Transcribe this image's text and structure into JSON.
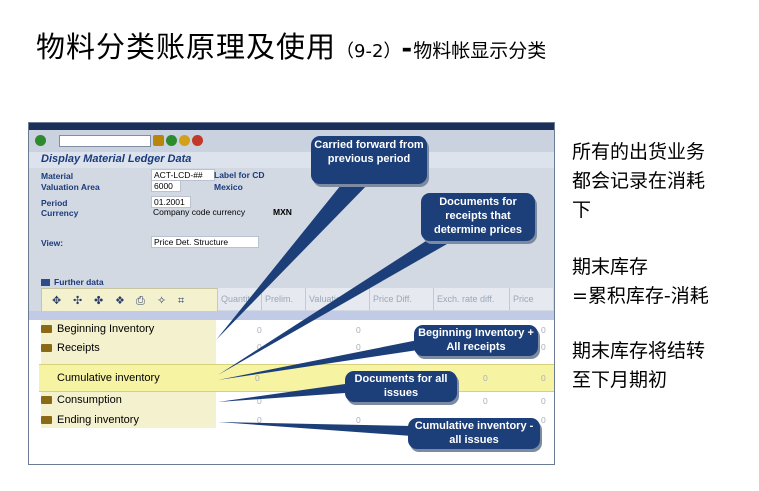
{
  "slide": {
    "title_main": "物料分类账原理及使用",
    "title_paren": "（9-2）",
    "title_dash": "-",
    "title_sub": "物料帐显示分类"
  },
  "sap": {
    "window_title": "Display Material Ledger Data",
    "fields": {
      "material_label": "Material",
      "material_value": "ACT-LCD-##",
      "material_desc": "Label for CD",
      "valuation_area_label": "Valuation Area",
      "valuation_area_value": "6000",
      "valuation_area_desc": "Mexico",
      "period_label": "Period",
      "period_value": "01.2001",
      "currency_label": "Currency",
      "currency_value": "Company code currency",
      "currency_code": "MXN",
      "view_label": "View:",
      "view_value": "Price Det. Structure"
    },
    "further_data": "Further data",
    "columns": [
      "Quantity",
      "Prelim.",
      "Valuation",
      "Price Diff.",
      "Exch. rate diff.",
      "Price"
    ],
    "rows": [
      {
        "label": "Beginning Inventory",
        "values": [
          "0",
          "0",
          "0"
        ]
      },
      {
        "label": "Receipts",
        "values": [
          "0",
          "0",
          "0"
        ]
      },
      {
        "label": "Cumulative inventory",
        "values": [
          "0",
          "0",
          "0"
        ]
      },
      {
        "label": "Consumption",
        "values": [
          "0",
          "0",
          "0"
        ]
      },
      {
        "label": "Ending inventory",
        "values": [
          "0",
          "0",
          "0"
        ]
      }
    ]
  },
  "callouts": {
    "carried_forward": "Carried forward from previous period",
    "receipts_docs": "Documents for receipts that determine prices",
    "beginning_plus": "Beginning Inventory + All receipts",
    "issue_docs": "Documents for all issues",
    "cum_minus": "Cumulative inventory - all issues"
  },
  "notes": {
    "n1_l1": "所有的出货业务",
    "n1_l2": "都会记录在消耗",
    "n1_l3": "下",
    "n2_l1": "期末库存",
    "n2_l2": "=累积库存-消耗",
    "n3_l1": "期末库存将结转",
    "n3_l2": "至下月期初"
  }
}
